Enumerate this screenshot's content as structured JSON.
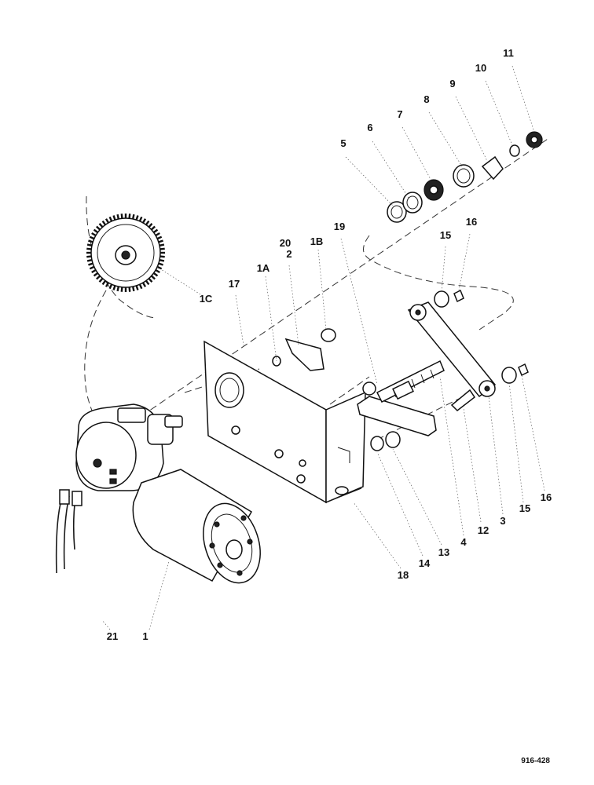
{
  "drawing": {
    "reference": "916-428"
  },
  "callouts": [
    {
      "id": "1"
    },
    {
      "id": "1A"
    },
    {
      "id": "1B"
    },
    {
      "id": "1C"
    },
    {
      "id": "2"
    },
    {
      "id": "3"
    },
    {
      "id": "4"
    },
    {
      "id": "5"
    },
    {
      "id": "6"
    },
    {
      "id": "7"
    },
    {
      "id": "8"
    },
    {
      "id": "9"
    },
    {
      "id": "10"
    },
    {
      "id": "11"
    },
    {
      "id": "12"
    },
    {
      "id": "13"
    },
    {
      "id": "14"
    },
    {
      "id": "15"
    },
    {
      "id": "15"
    },
    {
      "id": "16"
    },
    {
      "id": "16"
    },
    {
      "id": "17"
    },
    {
      "id": "18"
    },
    {
      "id": "19"
    },
    {
      "id": "20"
    },
    {
      "id": "21"
    }
  ]
}
